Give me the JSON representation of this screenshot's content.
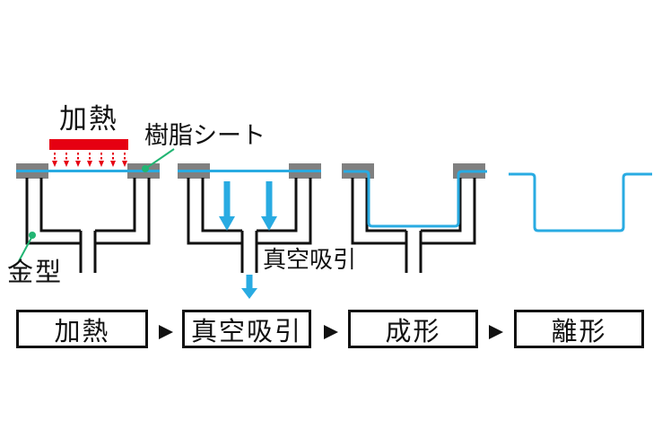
{
  "colors": {
    "blue": "#29abe2",
    "red": "#e60012",
    "gray": "#808080",
    "green": "#22b573"
  },
  "diagram": {
    "heating_label": "加熱",
    "resin_sheet_label": "樹脂シート",
    "mold_label": "金型",
    "vacuum_label": "真空吸引",
    "icons": {
      "heater_bar": "red-heater-bar",
      "heat_rays": "red-dashed-down-arrows",
      "suction_arrows": "blue-down-arrows",
      "leader_marks": "green-dot-leader-lines",
      "flow_separator": "right-pointing-triangle"
    }
  },
  "flow": {
    "steps": [
      "加熱",
      "真空吸引",
      "成形",
      "離形"
    ]
  }
}
